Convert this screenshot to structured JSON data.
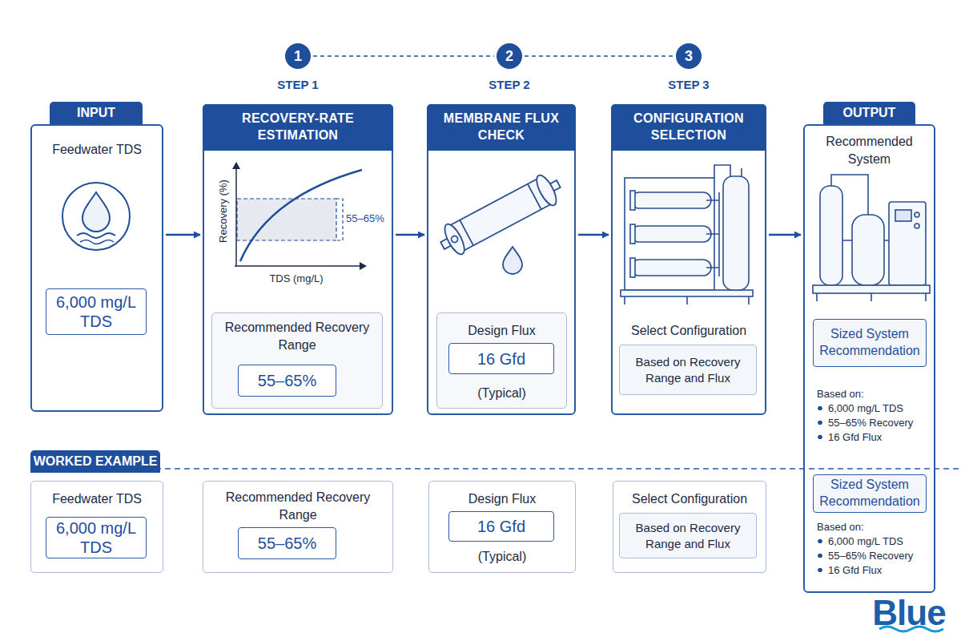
{
  "diagram": {
    "nodes": [
      {
        "text": [
          "1"
        ]
      },
      {
        "text": [
          "2"
        ]
      },
      {
        "text": [
          "3"
        ]
      },
      {
        "text": [
          "INPUT",
          "Feedwater TDS"
        ]
      },
      {
        "text": [
          "6,000 mg/L TDS"
        ],
        "in": 3
      },
      {
        "text": [
          "RECOVERY-RATE ESTIMATION"
        ]
      },
      {
        "text": [
          "Recommended Recovery Range"
        ],
        "in": 5
      },
      {
        "text": [
          "55–65%"
        ],
        "in": 6
      },
      {
        "text": [
          "MEMBRANE FLUX CHECK"
        ]
      },
      {
        "text": [
          "Design Flux",
          "(Typical)"
        ],
        "in": 8
      },
      {
        "text": [
          "16 Gfd"
        ],
        "in": 9
      },
      {
        "text": [
          "CONFIGURATION SELECTION",
          "Select Configuration"
        ]
      },
      {
        "text": [
          "Based on Recovery Range and Flux"
        ],
        "in": 11
      },
      {
        "text": [
          "OUTPUT",
          "Recommended System",
          "Based on:",
          "6,000 mg/L TDS",
          "55–65% Recovery",
          "16 Gfd Flux",
          "Based on:",
          "6,000 mg/L TDS",
          "55–65% Recovery",
          "16 Gfd Flux"
        ]
      },
      {
        "text": [
          "Sized System Recommendation"
        ],
        "in": 13
      },
      {
        "text": [
          "Sized System Recommendation"
        ],
        "in": 13
      },
      {
        "text": [
          "WORKED EXAMPLE",
          "Feedwater TDS"
        ]
      },
      {
        "text": [
          "6,000 mg/L TDS"
        ],
        "in": 16
      },
      {
        "text": [
          "Recommended Recovery Range"
        ]
      },
      {
        "text": [
          "55–65%"
        ],
        "in": 18
      },
      {
        "text": [
          "Design Flux",
          "(Typical)"
        ]
      },
      {
        "text": [
          "16 Gfd"
        ],
        "in": 20
      },
      {
        "text": [
          "Select Configuration"
        ]
      },
      {
        "text": [
          "Based on Recovery Range and Flux"
        ],
        "in": 22
      }
    ],
    "edges": [
      {
        "from": 0,
        "to": 1,
        "arrow": "none"
      },
      {
        "from": 1,
        "to": 2,
        "arrow": "none"
      },
      {
        "from": 3,
        "to": 5,
        "arrow": "to"
      },
      {
        "from": 5,
        "to": 8,
        "arrow": "to"
      },
      {
        "from": 8,
        "to": 11,
        "arrow": "to"
      },
      {
        "from": 11,
        "to": 13,
        "arrow": "to"
      }
    ],
    "labels": [
      "STEP 1",
      "STEP 2",
      "STEP 3",
      "Recovery (%)",
      "TDS (mg/L)",
      "55–65%",
      "Blue"
    ]
  }
}
